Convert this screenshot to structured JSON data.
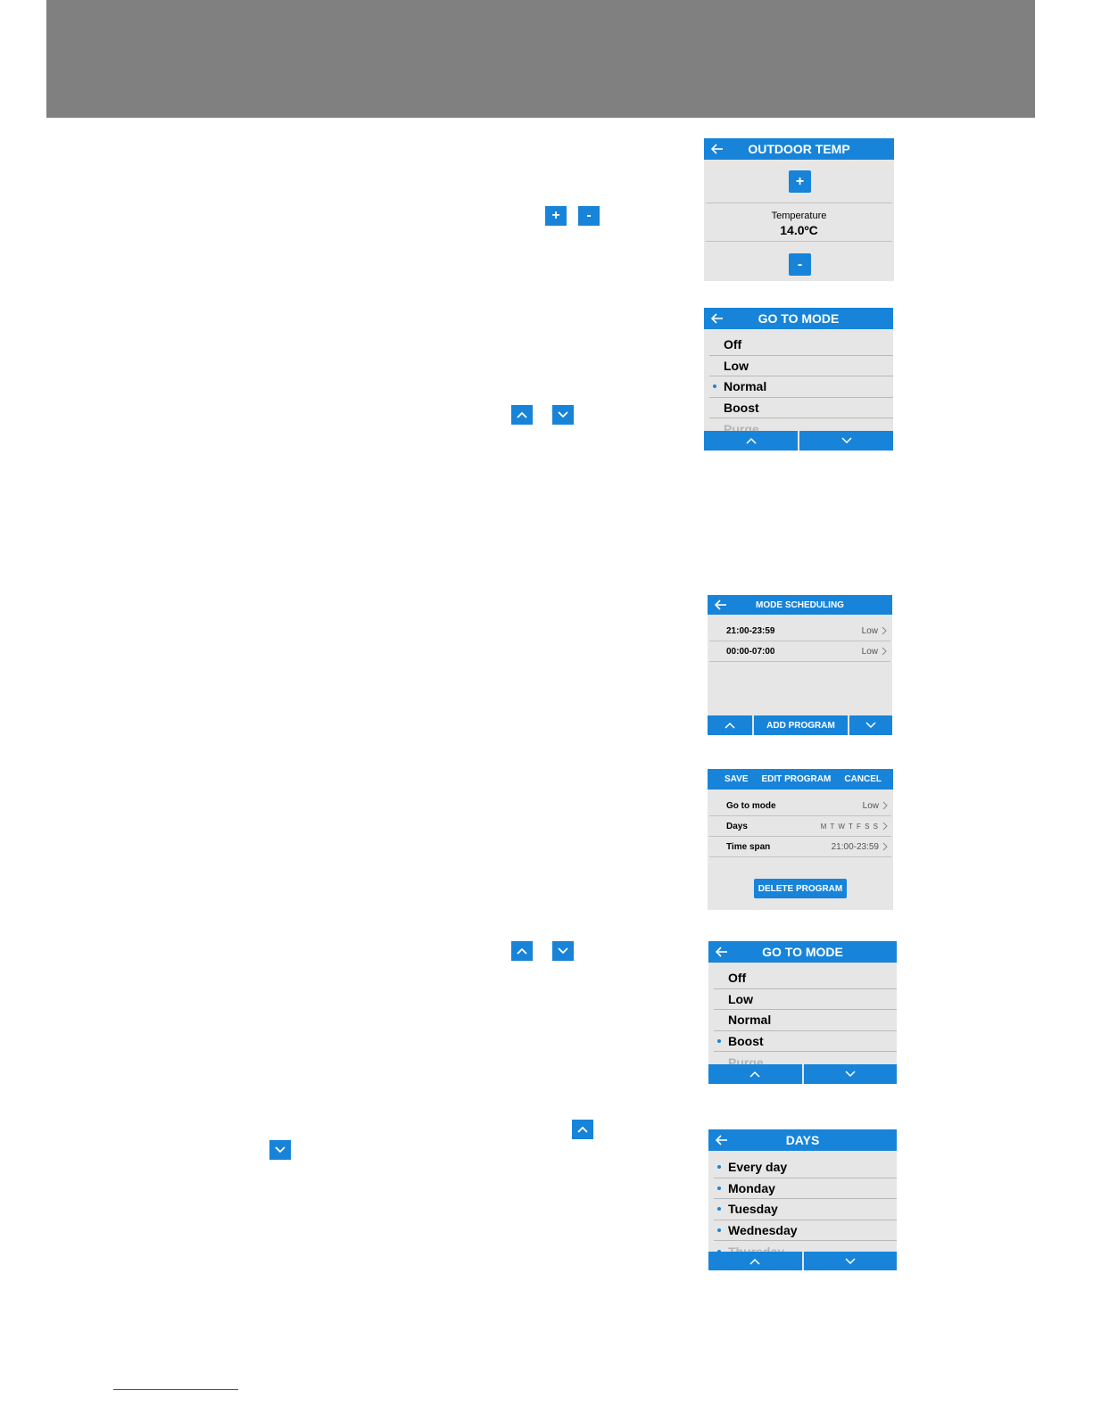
{
  "inline_buttons": {
    "plus": "+",
    "minus": "-"
  },
  "screens": {
    "outdoor_temp": {
      "title": "OUTDOOR TEMP",
      "plus": "+",
      "minus": "-",
      "label": "Temperature",
      "value": "14.0ºC"
    },
    "go_to_mode_1": {
      "title": "GO TO MODE",
      "items": [
        {
          "label": "Off",
          "selected": false
        },
        {
          "label": "Low",
          "selected": false
        },
        {
          "label": "Normal",
          "selected": true
        },
        {
          "label": "Boost",
          "selected": false
        },
        {
          "label": "Purge",
          "selected": false
        }
      ]
    },
    "mode_scheduling": {
      "title": "MODE SCHEDULING",
      "rows": [
        {
          "time": "21:00-23:59",
          "mode": "Low"
        },
        {
          "time": "00:00-07:00",
          "mode": "Low"
        }
      ],
      "add_program": "ADD PROGRAM"
    },
    "edit_program": {
      "save": "SAVE",
      "title": "EDIT PROGRAM",
      "cancel": "CANCEL",
      "rows": [
        {
          "key": "Go to mode",
          "value": "Low"
        },
        {
          "key": "Days",
          "value": "M T W T F S S"
        },
        {
          "key": "Time span",
          "value": "21:00-23:59"
        }
      ],
      "delete": "DELETE PROGRAM"
    },
    "go_to_mode_2": {
      "title": "GO TO MODE",
      "items": [
        {
          "label": "Off",
          "selected": false
        },
        {
          "label": "Low",
          "selected": false
        },
        {
          "label": "Normal",
          "selected": false
        },
        {
          "label": "Boost",
          "selected": true
        },
        {
          "label": "Purge",
          "selected": false
        }
      ]
    },
    "days": {
      "title": "DAYS",
      "items": [
        {
          "label": "Every day",
          "selected": true
        },
        {
          "label": "Monday",
          "selected": true
        },
        {
          "label": "Tuesday",
          "selected": true
        },
        {
          "label": "Wednesday",
          "selected": true
        },
        {
          "label": "Thursday",
          "selected": true
        }
      ]
    }
  },
  "colors": {
    "accent": "#1784d9",
    "screen_bg": "#e6e6e6",
    "header_band": "#808080"
  }
}
